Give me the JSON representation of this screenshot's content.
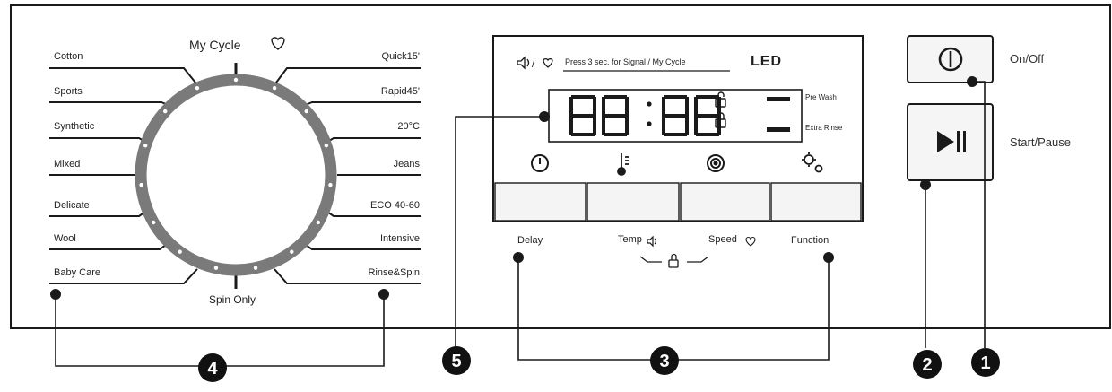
{
  "dial": {
    "top_label": "My Cycle",
    "bottom_label": "Spin Only",
    "left_programs": [
      "Cotton",
      "Sports",
      "Synthetic",
      "Mixed",
      "Delicate",
      "Wool",
      "Baby Care"
    ],
    "right_programs": [
      "Quick15'",
      "Rapid45'",
      "20°C",
      "Jeans",
      "ECO 40-60",
      "Intensive",
      "Rinse&Spin"
    ]
  },
  "display": {
    "signal_hint": "Press 3 sec. for Signal / My Cycle",
    "led_label": "LED",
    "digits": "88:88",
    "pre_wash": "Pre Wash",
    "extra_rinse": "Extra Rinse"
  },
  "buttons": {
    "delay": "Delay",
    "temp": "Temp",
    "speed": "Speed",
    "function": "Function",
    "on_off": "On/Off",
    "start_pause": "Start/Pause"
  },
  "callouts": [
    "1",
    "2",
    "3",
    "4",
    "5"
  ],
  "icons": {
    "power": "power-icon",
    "play_pause": "play-pause-icon",
    "clock": "clock-icon",
    "thermometer": "thermometer-icon",
    "spin": "spin-icon",
    "gears": "gears-icon",
    "lock": "lock-icon",
    "child_lock": "child-lock-icon",
    "sound": "sound-icon",
    "my_cycle": "heart-icon"
  }
}
